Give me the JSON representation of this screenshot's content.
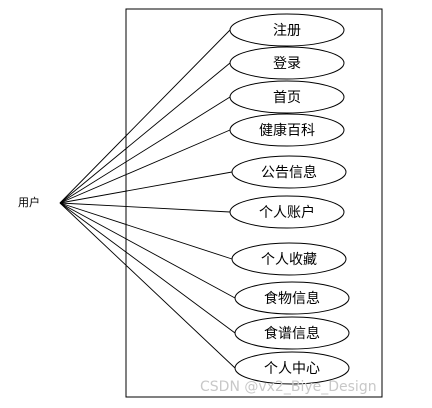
{
  "actor": {
    "label": "用户"
  },
  "use_cases": [
    {
      "label": "注册"
    },
    {
      "label": "登录"
    },
    {
      "label": "首页"
    },
    {
      "label": "健康百科"
    },
    {
      "label": "公告信息"
    },
    {
      "label": "个人账户"
    },
    {
      "label": "个人收藏"
    },
    {
      "label": "食物信息"
    },
    {
      "label": "食谱信息"
    },
    {
      "label": "个人中心"
    }
  ],
  "watermark": "CSDN @vx2_Biye_Design"
}
